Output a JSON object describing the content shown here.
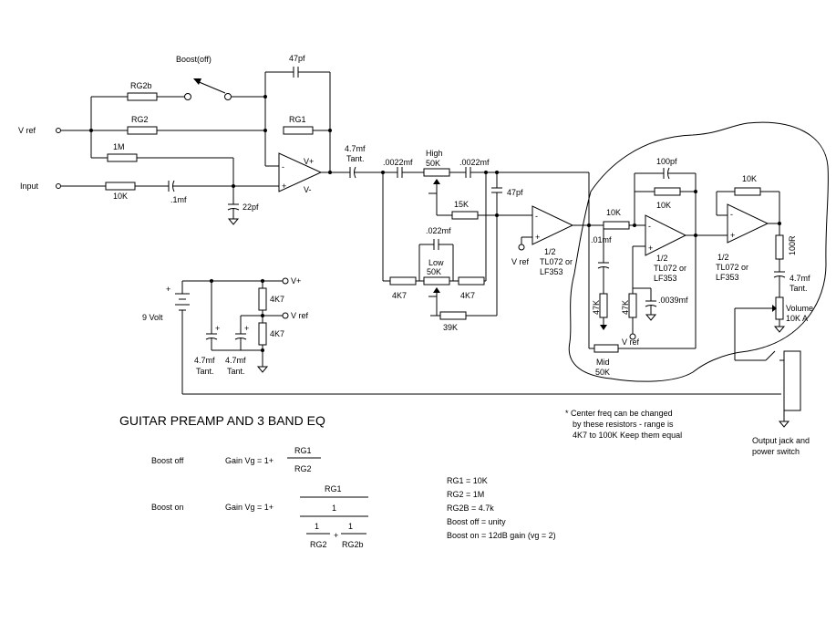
{
  "title": "GUITAR PREAMP AND 3 BAND EQ",
  "labels": {
    "boost_off_switch": "Boost(off)",
    "c47pf_top": "47pf",
    "rg2b": "RG2b",
    "rg2": "RG2",
    "rg1": "RG1",
    "vref_in": "V ref",
    "r1m": "1M",
    "input": "Input",
    "r10k_in": "10K",
    "c1mf": ".1mf",
    "c22pf": "22pf",
    "op_minus": "-",
    "op_plus": "+",
    "op_vplus": "V+",
    "op_vminus": "V-",
    "c47mf_tant_a": "4.7mf",
    "tant_a": "Tant.",
    "c0022_a": ".0022mf",
    "high": "High",
    "high_50k": "50K",
    "c0022_b": ".0022mf",
    "c47pf_mid": "47pf",
    "r15k": "15K",
    "c022": ".022mf",
    "low": "Low",
    "low_50k": "50K",
    "r4k7_a": "4K7",
    "r4k7_b": "4K7",
    "r39k": "39K",
    "vref_buf": "V ref",
    "half_a": "1/2",
    "tl072_a": "TL072 or",
    "lf353_a": "LF353",
    "c100pf": "100pf",
    "r10k_fb": "10K",
    "r10k_in2": "10K",
    "c01mf": ".01mf",
    "half_b": "1/2",
    "tl072_b": "TL072 or",
    "lf353_b": "LF353",
    "r47k_a": "47K",
    "r47k_b": "47K",
    "c0039": ".0039mf",
    "vref_mid": "V ref",
    "mid": "Mid",
    "mid_50k": "50K",
    "r10k_out": "10K",
    "half_c": "1/2",
    "tl072_c": "TL072 or",
    "lf353_c": "LF353",
    "r100r": "100R",
    "c47mf_out": "4.7mf",
    "tant_out": "Tant.",
    "volume": "Volume",
    "volume_10k": "10K A",
    "vplus_rail": "V+",
    "vref_rail": "V ref",
    "r4k7_top": "4K7",
    "r4k7_bot": "4K7",
    "battery": "9 Volt",
    "c47_a": "4.7mf",
    "tant_b": "Tant.",
    "c47_b": "4.7mf",
    "tant_c": "Tant.",
    "note1": "* Center freq can be changed",
    "note2": "by these resistors - range is",
    "note3": "4K7 to 100K Keep them equal",
    "out1": "Output jack and",
    "out2": "power switch",
    "plus_sign": "+"
  },
  "equations": {
    "boost_off": "Boost off",
    "boost_on": "Boost on",
    "gain": "Gain Vg = 1+",
    "gain2": "Gain Vg = 1+",
    "rg1": "RG1",
    "rg2": "RG2",
    "rg1b": "RG1",
    "one": "1",
    "one_a": "1",
    "one_b": "1",
    "plus": "+",
    "rg2c": "RG2",
    "rg2b": "RG2b"
  },
  "values": [
    "RG1 = 10K",
    "RG2 = 1M",
    "RG2B = 4.7k",
    "Boost off = unity",
    "Boost on = 12dB gain (vg = 2)"
  ]
}
